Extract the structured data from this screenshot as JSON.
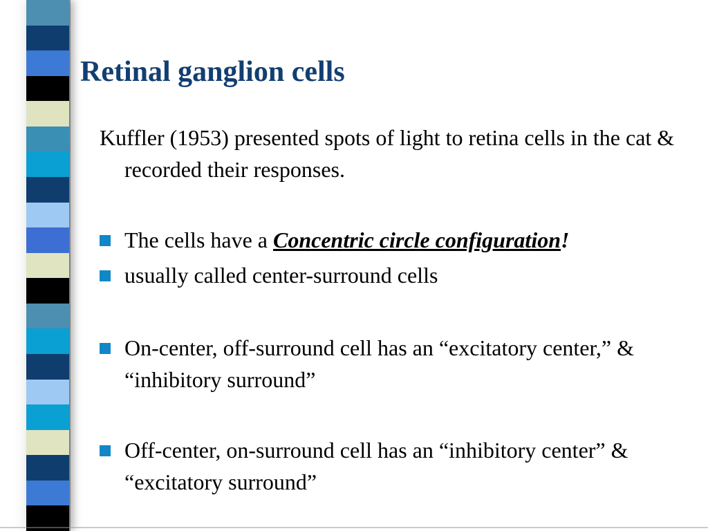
{
  "slide": {
    "title": "Retinal ganglion cells",
    "intro": "Kuffler (1953) presented spots of light to retina cells in the cat & recorded their responses.",
    "bullets": [
      {
        "prefix": "The cells have a ",
        "emphasis": "Concentric circle configuration",
        "suffix": "!"
      },
      {
        "text": "usually called center-surround cells"
      },
      {
        "text": "On-center, off-surround cell has an “excitatory center,” & “inhibitory surround”"
      },
      {
        "text": "Off-center, on-surround cell has an “inhibitory center” & “excitatory surround”"
      }
    ]
  },
  "decoration": {
    "bullet_color": "#1187c7",
    "title_color": "#123f72",
    "strip_colors": [
      "#4c8fb0",
      "#0f3d6e",
      "#3d7ad6",
      "#000000",
      "#dfe3c0",
      "#3a8fb5",
      "#0aa0d4",
      "#0f3d6e",
      "#9dc9f2",
      "#3d6ed4",
      "#e0e4c0",
      "#000000",
      "#4c8fb0",
      "#0aa0d4",
      "#0f3d6e",
      "#9dc9f2",
      "#0aa0d4",
      "#e0e4c0",
      "#0f3d6e",
      "#3d7ad6",
      "#000000"
    ]
  }
}
